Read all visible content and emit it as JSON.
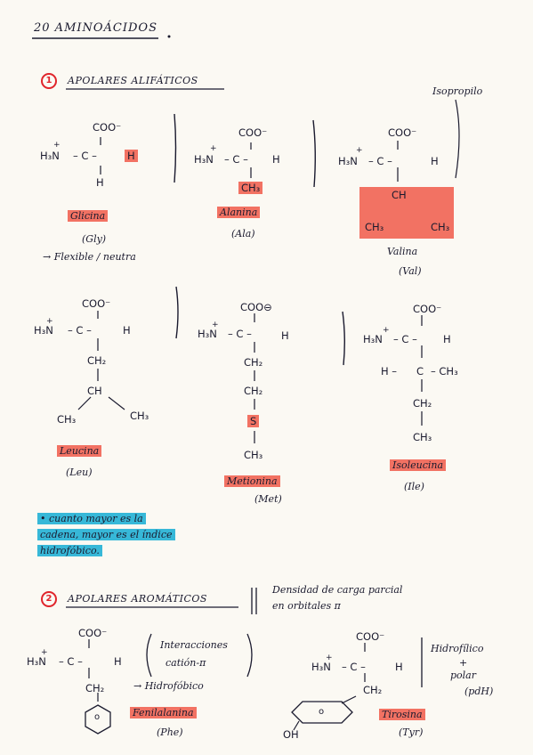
{
  "title": "20 AMINOÁCIDOS",
  "section1": {
    "number": "1",
    "label": "APOLARES ALIFÁTICOS"
  },
  "section2": {
    "number": "2",
    "label": "APOLARES AROMÁTICOS"
  },
  "isopropyl_label": "Isopropilo",
  "atoms": {
    "coo": "COO⁻",
    "coo_theta": "COO⊖",
    "h3n": "H₃N",
    "plus": "+",
    "dash_c": "– C –",
    "c": "C",
    "h": "H",
    "ch": "CH",
    "ch2": "CH₂",
    "ch3": "CH₃",
    "s": "S",
    "oh": "OH",
    "o": "o",
    "minus_ch3": "– CH₃",
    "h_dash": "H –"
  },
  "amino_acids": [
    {
      "name": "Glicina",
      "abbr": "(Gly)",
      "note": "→ Flexible / neutra"
    },
    {
      "name": "Alanina",
      "abbr": "(Ala)"
    },
    {
      "name": "Valina",
      "abbr": "(Val)"
    },
    {
      "name": "Leucina",
      "abbr": "(Leu)"
    },
    {
      "name": "Metionina",
      "abbr": "(Met)"
    },
    {
      "name": "Isoleucina",
      "abbr": "(Ile)"
    },
    {
      "name": "Fenilalanina",
      "abbr": "(Phe)"
    },
    {
      "name": "Tirosina",
      "abbr": "(Tyr)"
    }
  ],
  "blue_note": [
    "• cuanto mayor es la",
    "cadena, mayor es el índice",
    "hidrofóbico."
  ],
  "density_note": [
    "Densidad de carga parcial",
    "en orbitales π"
  ],
  "phe_note": [
    "Interacciones",
    "catión-π"
  ],
  "phe_hydro": "→ Hidrofóbico",
  "tyr_note": [
    "Hidrofílico",
    "+",
    "polar",
    "(pdH)"
  ],
  "colors": {
    "red_marker": "#f27263",
    "blue_marker": "#37b8d8",
    "pen_red": "#e0252b",
    "ink": "#1a1a2e"
  }
}
